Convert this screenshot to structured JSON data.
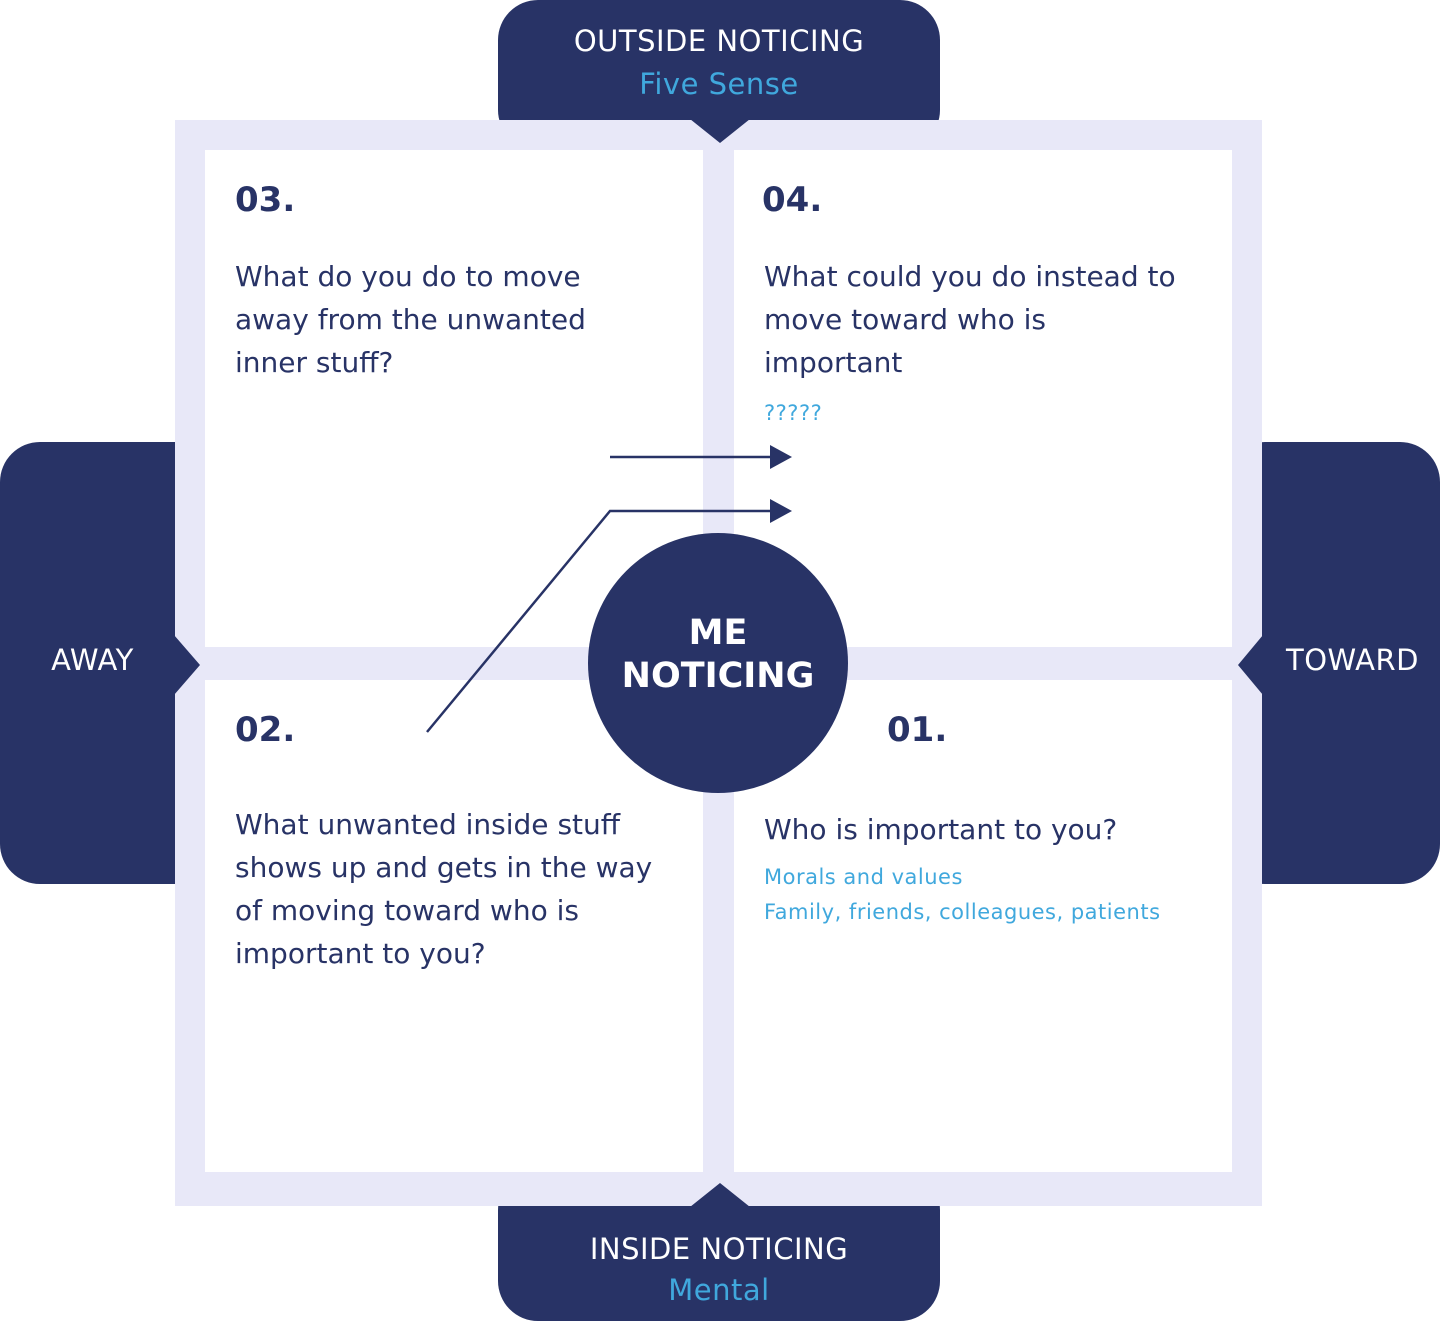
{
  "top_tab": {
    "title": "OUTSIDE NOTICING",
    "subtitle": "Five Sense"
  },
  "bottom_tab": {
    "title": "INSIDE NOTICING",
    "subtitle": "Mental"
  },
  "left_tab": {
    "label": "AWAY"
  },
  "right_tab": {
    "label": "TOWARD"
  },
  "center": {
    "line1": "ME",
    "line2": "NOTICING"
  },
  "quadrants": {
    "q3": {
      "number": "03.",
      "question": "What do you do to move away from the unwanted inner stuff?"
    },
    "q4": {
      "number": "04.",
      "question": "What could you do instead to move toward who is important",
      "note": "?????"
    },
    "q2": {
      "number": "02.",
      "question": "What unwanted inside stuff shows up and gets in the way of moving toward who is important to you?"
    },
    "q1": {
      "number": "01.",
      "question": "Who is important to you?",
      "notes": [
        "Morals and values",
        "Family, friends, colleagues, patients"
      ]
    }
  },
  "colors": {
    "navy": "#283366",
    "accent": "#40a8dd",
    "frame": "#e8e8f8"
  }
}
